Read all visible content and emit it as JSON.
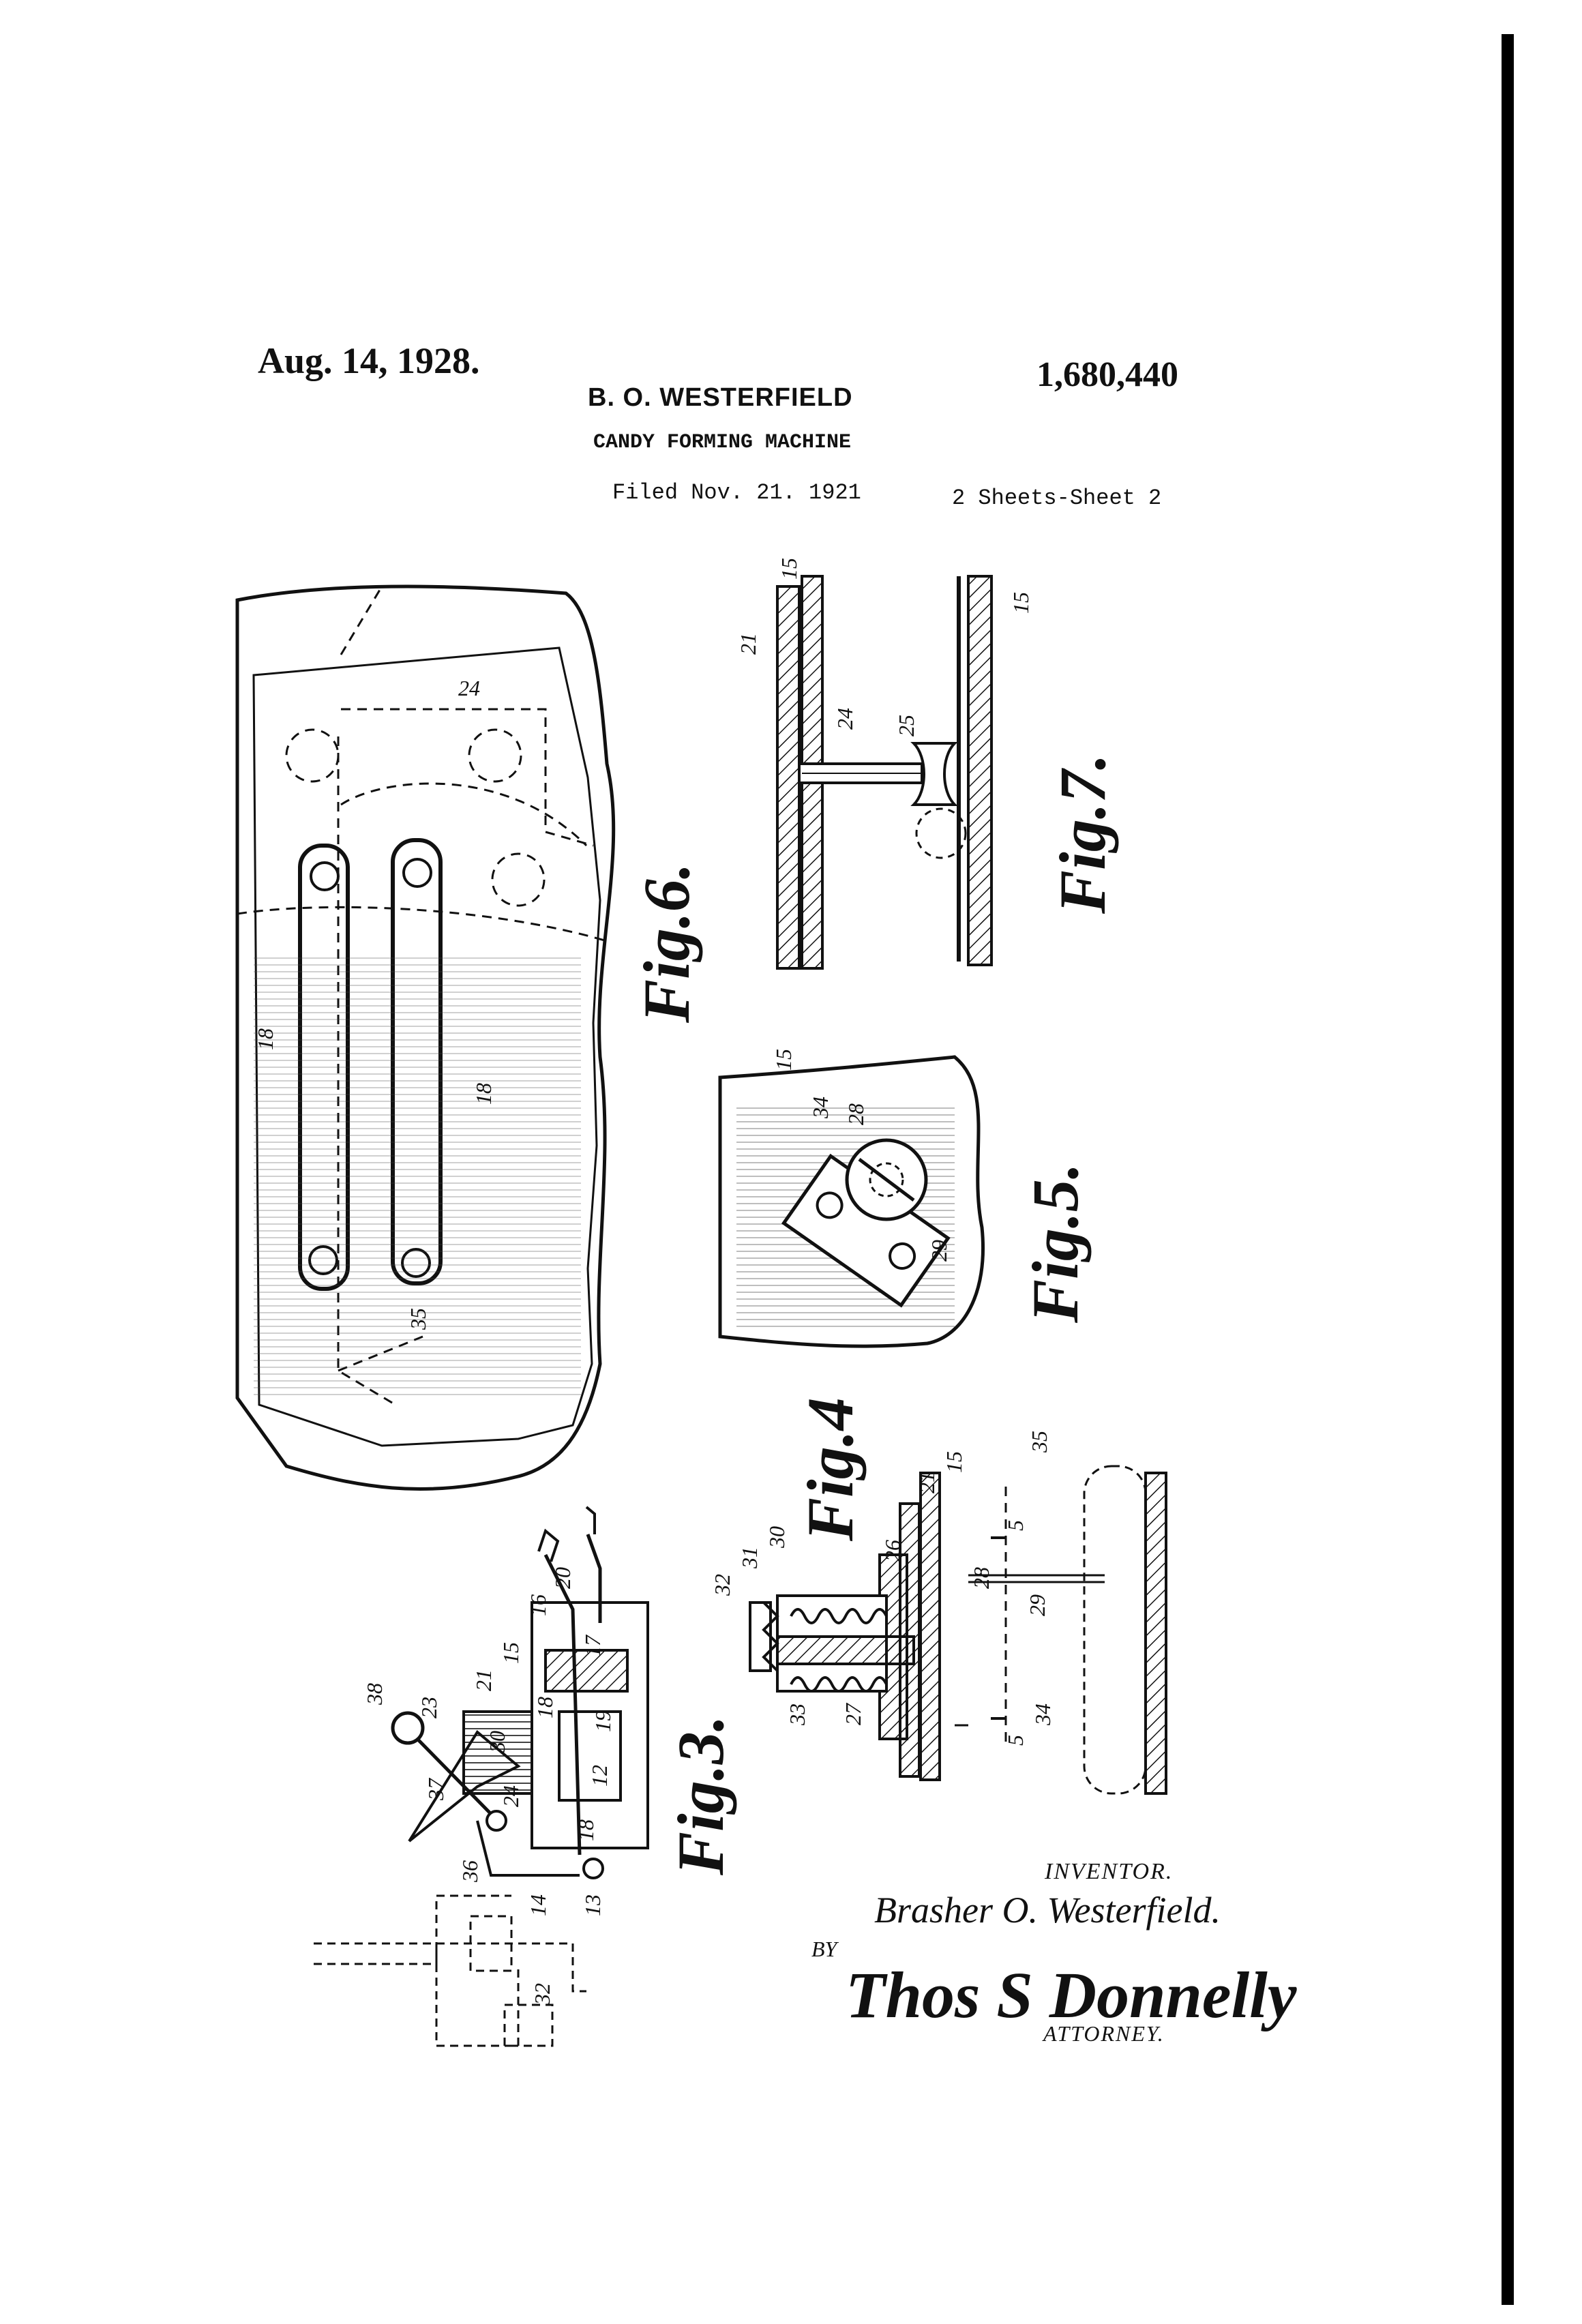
{
  "header": {
    "date": "Aug. 14, 1928.",
    "patent_number": "1,680,440",
    "inventor_initials": "B. O. WESTERFIELD",
    "title": "CANDY FORMING MACHINE",
    "filed": "Filed Nov. 21. 1921",
    "sheets": "2 Sheets-Sheet  2"
  },
  "figures": {
    "fig3": "Fig.3.",
    "fig4": "Fig.4",
    "fig5": "Fig.5.",
    "fig6": "Fig.6.",
    "fig7": "Fig.7."
  },
  "labels": {
    "fig6": [
      "24",
      "18",
      "18",
      "35"
    ],
    "fig7": [
      "15",
      "21",
      "24",
      "25",
      "15"
    ],
    "fig5": [
      "15",
      "34",
      "28",
      "29"
    ],
    "fig4": [
      "32",
      "31",
      "30",
      "26",
      "21",
      "15",
      "35",
      "28",
      "29",
      "5",
      "5",
      "33",
      "27",
      "34"
    ],
    "fig3": [
      "38",
      "23",
      "21",
      "15",
      "16",
      "20",
      "17",
      "18",
      "19",
      "12",
      "18",
      "37",
      "24",
      "30",
      "36",
      "13",
      "14",
      "32"
    ]
  },
  "signature_block": {
    "inventor_label": "INVENTOR.",
    "inventor_signature": "Brasher O. Westerfield.",
    "by": "BY",
    "attorney_signature": "Thos S Donnelly",
    "attorney_label": "ATTORNEY."
  }
}
